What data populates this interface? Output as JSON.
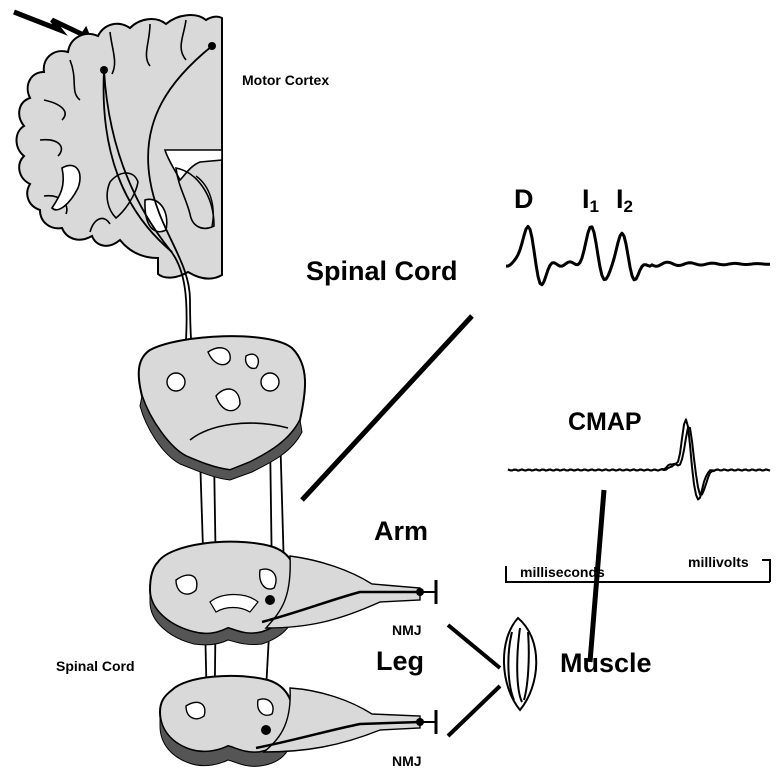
{
  "labels": {
    "motor_cortex": "Motor Cortex",
    "spinal_cord_main": "Spinal Cord",
    "spinal_cord_side": "Spinal Cord",
    "arm": "Arm",
    "leg": "Leg",
    "nmj_arm": "NMJ",
    "nmj_leg": "NMJ",
    "muscle": "Muscle",
    "cmap": "CMAP",
    "wave_d": "D",
    "wave_i1_letter": "I",
    "wave_i1_sub": "1",
    "wave_i2_letter": "I",
    "wave_i2_sub": "2",
    "milliseconds": "milliseconds",
    "millivolts": "millivolts"
  },
  "icons": {
    "stimulus": "lightning-bolt-icon"
  },
  "colors": {
    "tissue_fill": "#d9d9d9",
    "ink": "#000000"
  }
}
